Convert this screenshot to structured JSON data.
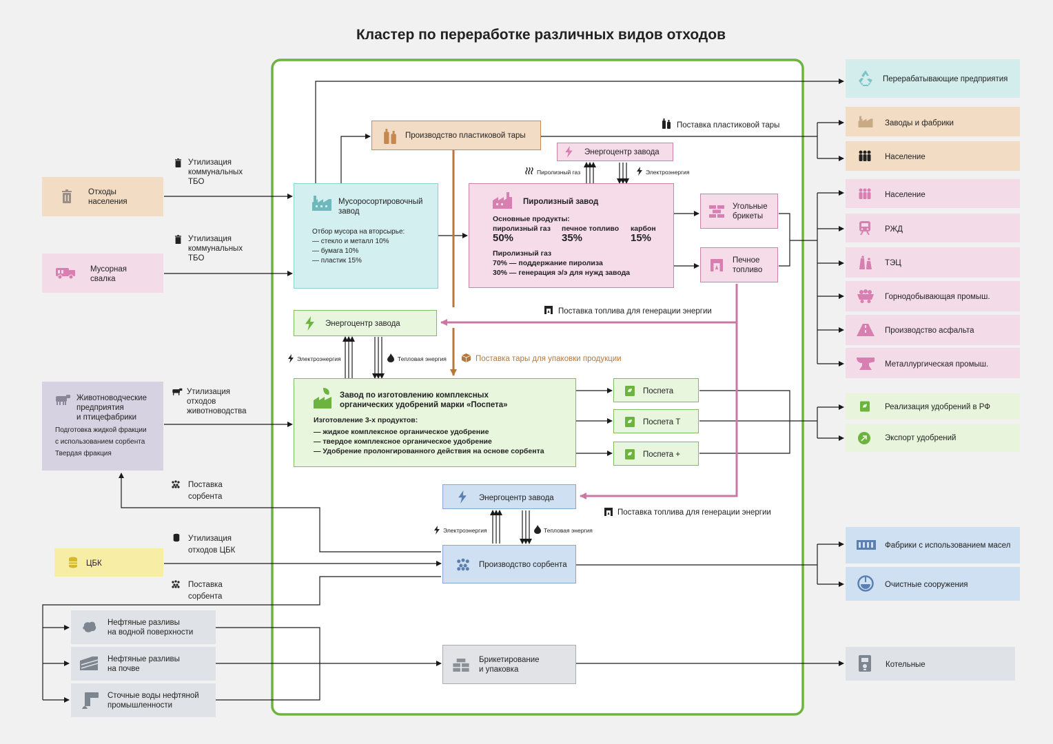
{
  "title": "Кластер по переработке различных видов отходов",
  "colors": {
    "cluster_border": "#6db33f",
    "pink_arrow": "#c978a6",
    "brown_arrow": "#b5773c",
    "line": "#1a1a1a"
  },
  "sources": {
    "household_waste": "Отходы\nнаселения",
    "landfill": "Мусорная\nсвалка",
    "livestock_title": "Животноводческие\nпредприятия\nи птицефабрики",
    "livestock_notes": "Подготовка жидкой фракции\nс использованием сорбента\nТвердая фракция",
    "pulp_mill": "ЦБК",
    "oil_water": "Нефтяные разливы\nна водной поверхности",
    "oil_soil": "Нефтяные разливы\nна почве",
    "oil_wastewater": "Сточные воды нефтяной\nпромышленности"
  },
  "flow_labels": {
    "tbo_1": "Утилизация\nкоммунальных\nТБО",
    "tbo_2": "Утилизация\nкоммунальных\nТБО",
    "livestock": "Утилизация\nотходов\nживотноводства",
    "sorbent_1": "Поставка\nсорбента",
    "cbk": "Утилизация\nотходов ЦБК",
    "sorbent_2": "Поставка\nсорбента",
    "plastic_delivery": "Поставка пластиковой тары",
    "pyro_gas": "Пиролизный газ",
    "electricity": "Электроэнергия",
    "fuel_supply_1": "Поставка топлива для генерации энергии",
    "fuel_supply_2": "Поставка топлива для генерации энергии",
    "electricity_2": "Электроэнергия",
    "heat_2": "Тепловая энергия",
    "package_supply": "Поставка тары для упаковки продукции",
    "electricity_3": "Электроэнергия",
    "heat_3": "Тепловая энергия"
  },
  "plants": {
    "plastic": "Производство пластиковой тары",
    "energy_top": "Энергоцентр завода",
    "sorting_title": "Мусоросортировочный\nзавод",
    "sorting_notes": "Отбор мусора на вторсырье:\n— стекло и металл 10%\n— бумага 10%\n— пластик 15%",
    "pyro_title": "Пиролизный завод",
    "pyro_sub": "Основные продукты:",
    "pyro_products": [
      {
        "name": "пиролизный газ",
        "value": "50%"
      },
      {
        "name": "печное топливо",
        "value": "35%"
      },
      {
        "name": "карбон",
        "value": "15%"
      }
    ],
    "pyro_gas_title": "Пиролизный газ",
    "pyro_gas_1": "70% — поддержание пиролиза",
    "pyro_gas_2": "30% — генерация э/э для нужд завода",
    "briquettes": "Угольные\nбрикеты",
    "stove_fuel": "Печное\nтопливо",
    "energy_mid": "Энергоцентр завода",
    "fert_title": "Завод по изготовлению комплексных\nорганических удобрений марки «Поспета»",
    "fert_sub": "Изготовление 3-х продуктов:",
    "fert_items": "— жидкое комплексное органическое удобрение\n— твердое комплексное органическое удобрение\n— Удобрение пролонгированного действия на основе сорбента",
    "pospeta": "Поспета",
    "pospeta_t": "Поспета Т",
    "pospeta_plus": "Поспета +",
    "energy_low": "Энергоцентр завода",
    "sorbent": "Производство сорбента",
    "briquetting": "Брикетирование\nи упаковка"
  },
  "consumers": {
    "recycling": "Перерабатывающие предприятия",
    "factories": "Заводы и фабрики",
    "population_1": "Население",
    "population_2": "Население",
    "railway": "РЖД",
    "tec": "ТЭЦ",
    "mining": "Горнодобывающая промыш.",
    "asphalt": "Производство асфальта",
    "metallurgy": "Металлургическая промыш.",
    "fert_rf": "Реализация удобрений в РФ",
    "fert_export": "Экспорт удобрений",
    "oil_factories": "Фабрики с использованием масел",
    "treatment": "Очистные сооружения",
    "boilers": "Котельные"
  }
}
